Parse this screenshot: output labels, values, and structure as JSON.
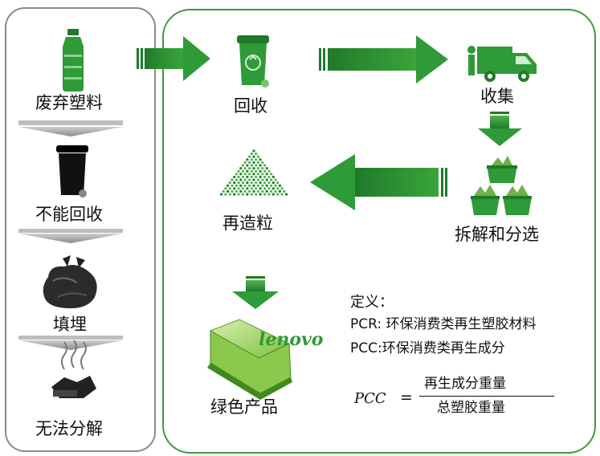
{
  "left_column": {
    "items": [
      {
        "label": "废弃塑料",
        "icon": "plastic-bottle-icon"
      },
      {
        "label": "不能回收",
        "icon": "black-trash-bin-icon"
      },
      {
        "label": "填埋",
        "icon": "garbage-bag-icon"
      },
      {
        "label": "无法分解",
        "icon": "burning-waste-icon"
      }
    ]
  },
  "cycle": {
    "recycle": {
      "label": "回收",
      "icon": "recycle-bin-icon"
    },
    "collect": {
      "label": "收集",
      "icon": "delivery-truck-icon"
    },
    "sort": {
      "label": "拆解和分选",
      "icon": "sorting-baskets-icon"
    },
    "regranulate": {
      "label": "再造粒",
      "icon": "pellet-pile-icon"
    },
    "product": {
      "label": "绿色产品",
      "icon": "laptop-icon",
      "brand": "lenovo"
    }
  },
  "definitions": {
    "title": "定义：",
    "pcr": "PCR: 环保消费类再生塑胶材料",
    "pcc": "PCC:环保消费类再生成分"
  },
  "formula": {
    "lhs": "PCC",
    "equals": "=",
    "numerator": "再生成分重量",
    "denominator": "总塑胶重量"
  },
  "colors": {
    "green": "#2f9a38",
    "dark_green": "#1f7a2a",
    "gray_arrow": "#9a9a9a",
    "frame_green": "#3f9a3f",
    "frame_gray": "#8a8a8a"
  }
}
